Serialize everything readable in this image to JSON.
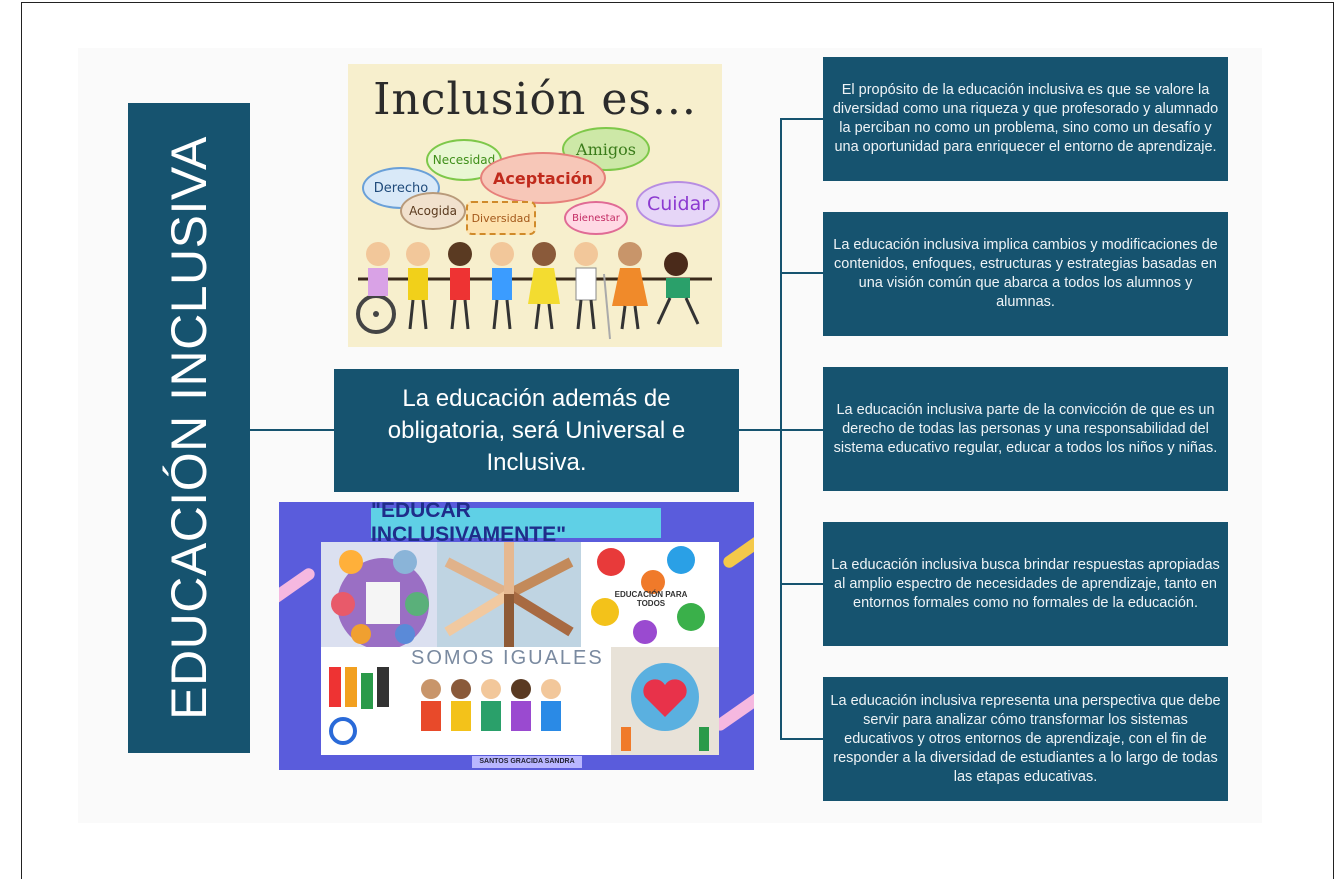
{
  "title": "EDUCACIÓN INCLUSIVA",
  "center": "La educación además de obligatoria, será Universal e Inclusiva.",
  "points": [
    "El propósito de la educación inclusiva es que se valore la diversidad como una riqueza y que profesorado y alumnado la perciban no como un problema, sino como un desafío y una oportunidad para enriquecer el entorno de aprendizaje.",
    "La educación inclusiva implica cambios y modificaciones de contenidos, enfoques, estructuras y estrategias basadas en una visión común que abarca a todos los alumnos y alumnas.",
    "La educación inclusiva parte de la convicción de que es un derecho de todas las personas y una responsabilidad del sistema educativo regular, educar a todos los niños y niñas.",
    "La educación inclusiva busca brindar respuestas apropiadas al amplio espectro de necesidades de aprendizaje, tanto en entornos formales como no formales de la educación.",
    "La educación inclusiva representa una perspectiva que debe servir para analizar cómo transformar los sistemas educativos y otros entornos de aprendizaje, con el fin de responder a la diversidad de estudiantes a lo largo de todas las etapas educativas."
  ],
  "image_inclusion": {
    "title": "Inclusión es...",
    "words": [
      "Necesidad",
      "Amigos",
      "Derecho",
      "Aceptación",
      "Cuidar",
      "Acogida",
      "Diversidad",
      "Bienestar"
    ]
  },
  "image_educar": {
    "banner": "\"EDUCAR INCLUSIVAMENTE\"",
    "somos": "SOMOS IGUALES",
    "hands_text": "EDUCACIÓN PARA TODOS",
    "credit": "SANTOS GRACIDA SANDRA"
  },
  "colors": {
    "box": "#16536f",
    "connector": "#16536f",
    "image2_bg": "#5a5cdc",
    "banner_bg": "#5fd0e6"
  }
}
